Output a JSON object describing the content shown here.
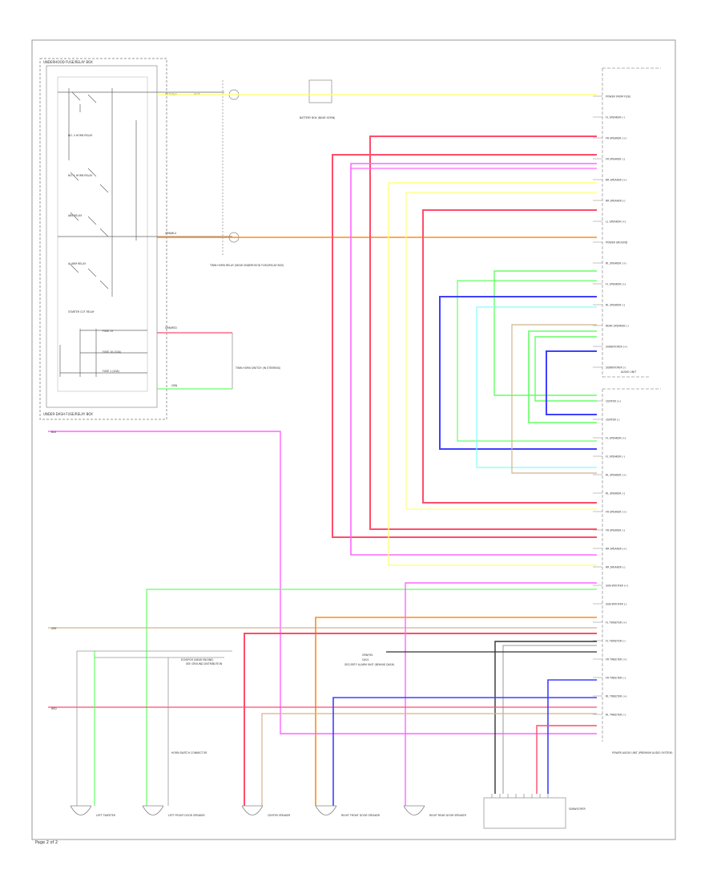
{
  "page": {
    "corner_label": "Page 2 of 2"
  },
  "colors": {
    "red": "#ff4d6a",
    "pink": "#ff66ff",
    "yellow": "#ffff80",
    "orange": "#ff8c1a",
    "tan": "#d2b48c",
    "green": "#66ff66",
    "cyan": "#80ffff",
    "blue": "#4040ff",
    "black": "#333333",
    "gray": "#999999"
  },
  "top_box": {
    "title": "UNDERHOOD FUSE/RELAY BOX",
    "bottom_label": "UNDER-DASH FUSE/RELAY BOX",
    "relay_labels": [
      "NO. 4 HORN RELAY",
      "NO. 1 HORN RELAY",
      "ABS RELAY",
      "ALARM RELAY",
      "STARTER CUT RELAY"
    ],
    "fuse_labels": [
      "FUSE 15",
      "FUSE 10 (10A)",
      "FUSE 1 (20A)"
    ],
    "wire_labels": [
      "WHT/BLK",
      "GRN/BLU",
      "GRN/RED",
      "WHT",
      "GRN"
    ]
  },
  "connectors": {
    "c1": "TWIN HORN RELAY (NEAR UNDERHOOD FUSE/RELAY BOX)",
    "c2": "BATTERY BOX (NEAR HORN)",
    "c3": "TWIN HORN SWITCH (IN STEERING)",
    "c4": "ECM/PCM (NEAR ENGINE)",
    "c5": "HORN SWITCH CONNECTOR",
    "c6": "SECURITY ALARM UNIT (BEHIND DASH)"
  },
  "audio_unit": {
    "top_label": "AUDIO UNIT",
    "pin_labels_top": [
      "POWER FROM FUSE",
      "FL SPEAKER (-)",
      "FR SPEAKER (+)",
      "FR SPEAKER (-)",
      "RR SPEAKER (+)",
      "RR SPEAKER (-)",
      "LL SPEAKER (+)",
      "POWER GROUND",
      "RL SPEAKER (+)",
      "FL SPEAKER (+)",
      "RL SPEAKER (-)",
      "REAR SPEAKER (-)",
      "SUBWOOFER (+)",
      "SUBWOOFER (-)"
    ],
    "pin_labels_bottom": [
      "CENTER (+)",
      "CENTER (-)",
      "FL SPEAKER (+)",
      "FL SPEAKER (-)",
      "RL SPEAKER (+)",
      "RL SPEAKER (-)",
      "FR SPEAKER (+)",
      "FR SPEAKER (-)",
      "RR SPEAKER (+)",
      "RR SPEAKER (-)",
      "SUB-WOOFER (+)",
      "SUB-WOOFER (-)",
      "FL TWEETER (+)",
      "FL TWEETER (-)",
      "FR TWEETER (+)",
      "FR TWEETER (-)",
      "RL TWEETER (+)",
      "RL TWEETER (-)"
    ],
    "bottom_label": "POWER AUDIO UNIT (PREMIUM AUDIO SYSTEM)"
  },
  "speakers": [
    {
      "label": "LEFT TWEETER"
    },
    {
      "label": "LEFT FRONT DOOR SPEAKER"
    },
    {
      "label": "CENTER SPEAKER"
    },
    {
      "label": "RIGHT FRONT DOOR SPEAKER"
    },
    {
      "label": "RIGHT REAR DOOR SPEAKER"
    }
  ],
  "subwoofer": {
    "label": "SUBWOOFER"
  },
  "notes": {
    "note_a": "SEE GROUND DISTRIBUTION",
    "left_wire_a": "BLK",
    "left_wire_b": "GRY",
    "left_wire_c": "RED",
    "splice": "GRN/YEL",
    "ground": "G401"
  }
}
